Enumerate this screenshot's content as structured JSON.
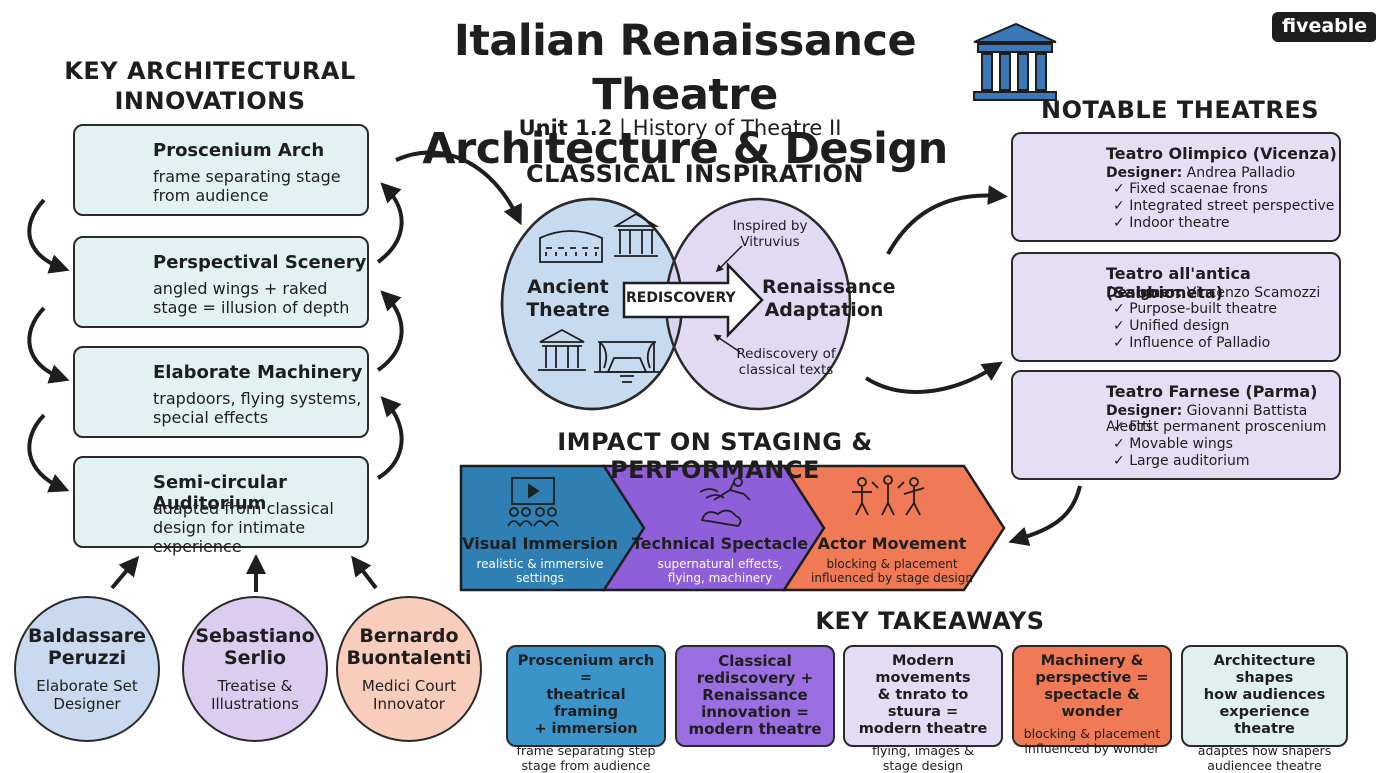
{
  "header": {
    "title_line1": "Italian Renaissance Theatre",
    "title_line2": "Architecture & Design",
    "subtitle_unit": "Unit 1.2",
    "subtitle_rest": " | History of Theatre II",
    "logo": "fiveable"
  },
  "innovations": {
    "heading_line1": "KEY ARCHITECTURAL",
    "heading_line2": "INNOVATIONS",
    "items": [
      {
        "title": "Proscenium Arch",
        "desc": "frame separating stage from audience",
        "icon": "proscenium-icon"
      },
      {
        "title": "Perspectival Scenery",
        "desc": "angled wings + raked stage = illusion of depth",
        "icon": "perspective-icon"
      },
      {
        "title": "Elaborate Machinery",
        "desc": "trapdoors, flying systems, special effects",
        "icon": "machinery-icon"
      },
      {
        "title": "Semi-circular Auditorium",
        "desc": "adapted from classical design for intimate experience",
        "icon": "auditorium-icon"
      }
    ]
  },
  "people": [
    {
      "name_line1": "Baldassare",
      "name_line2": "Peruzzi",
      "role_line1": "Elaborate Set",
      "role_line2": "Designer",
      "color": "#c9daf0"
    },
    {
      "name_line1": "Sebastiano",
      "name_line2": "Serlio",
      "role_line1": "Treatise &",
      "role_line2": "Illustrations",
      "color": "#dccdf0"
    },
    {
      "name_line1": "Bernardo",
      "name_line2": "Buontalenti",
      "role_line1": "Medici Court",
      "role_line2": "Innovator",
      "color": "#f8cdbb"
    }
  ],
  "classical": {
    "heading": "CLASSICAL INSPIRATION",
    "left_line1": "Ancient",
    "left_line2": "Theatre",
    "right_line1": "Renaissance",
    "right_line2": "Adaptation",
    "arrow_label": "REDISCOVERY",
    "note_top_line1": "Inspired by",
    "note_top_line2": "Vitruvius",
    "note_bottom_line1": "Rediscovery of",
    "note_bottom_line2": "classical texts"
  },
  "notable": {
    "heading": "NOTABLE THEATRES",
    "theatres": [
      {
        "name": "Teatro Olimpico (Vicenza)",
        "designer_label": "Designer:",
        "designer": " Andrea Palladio",
        "features": [
          "Fixed scaenae frons",
          "Integrated street perspective",
          "Indoor theatre"
        ]
      },
      {
        "name": "Teatro all'antica (Sabbioneta)",
        "designer_label": "Designer:",
        "designer": " Vincenzo Scamozzi",
        "features": [
          "Purpose-built theatre",
          "Unified design",
          "Influence of Palladio"
        ]
      },
      {
        "name": "Teatro Farnese (Parma)",
        "designer_label": "Designer:",
        "designer": " Giovanni Battista Aleotti",
        "features": [
          "First permanent proscenium",
          "Movable wings",
          "Large auditorium"
        ]
      }
    ]
  },
  "impact": {
    "heading": "IMPACT ON STAGING & PERFORMANCE",
    "items": [
      {
        "title": "Visual Immersion",
        "desc_line1": "realistic & immersive",
        "desc_line2": "settings",
        "color": "#2f7fb5",
        "icon": "audience-screen-icon"
      },
      {
        "title": "Technical Spectacle",
        "desc_line1": "supernatural effects,",
        "desc_line2": "flying, machinery",
        "color": "#8f5fd9",
        "icon": "flying-figure-icon"
      },
      {
        "title": "Actor Movement",
        "desc_line1": "blocking & placement",
        "desc_line2": "influenced by stage design",
        "color": "#f07a55",
        "icon": "actors-icon"
      }
    ]
  },
  "takeaways": {
    "heading": "KEY TAKEAWAYS",
    "items": [
      {
        "head": [
          "Proscenium arch =",
          "theatrical framing",
          "+ immersion"
        ],
        "sub": [
          "frame separating step",
          "stage from audience"
        ],
        "color": "#3a93c9"
      },
      {
        "head": [
          "Classical",
          "rediscovery +",
          "Renaissance",
          "innovation =",
          "modern theatre"
        ],
        "sub": [],
        "color": "#9a6ee0"
      },
      {
        "head": [
          "Modern movements",
          "& tnrato to stuura =",
          "modern theatre"
        ],
        "sub": [
          "flying, images &",
          "stage design"
        ],
        "color": "#e4dcf4"
      },
      {
        "head": [
          "Machinery &",
          "perspective =",
          "spectacle & wonder"
        ],
        "sub": [
          "blocking & placement",
          "influenced by wonder"
        ],
        "color": "#f07a55"
      },
      {
        "head": [
          "Architecture shapes",
          "how audiences",
          "experience theatre"
        ],
        "sub": [
          "adaptes how shapers",
          "audiencee theatre"
        ],
        "color": "#dff0ef"
      }
    ]
  }
}
